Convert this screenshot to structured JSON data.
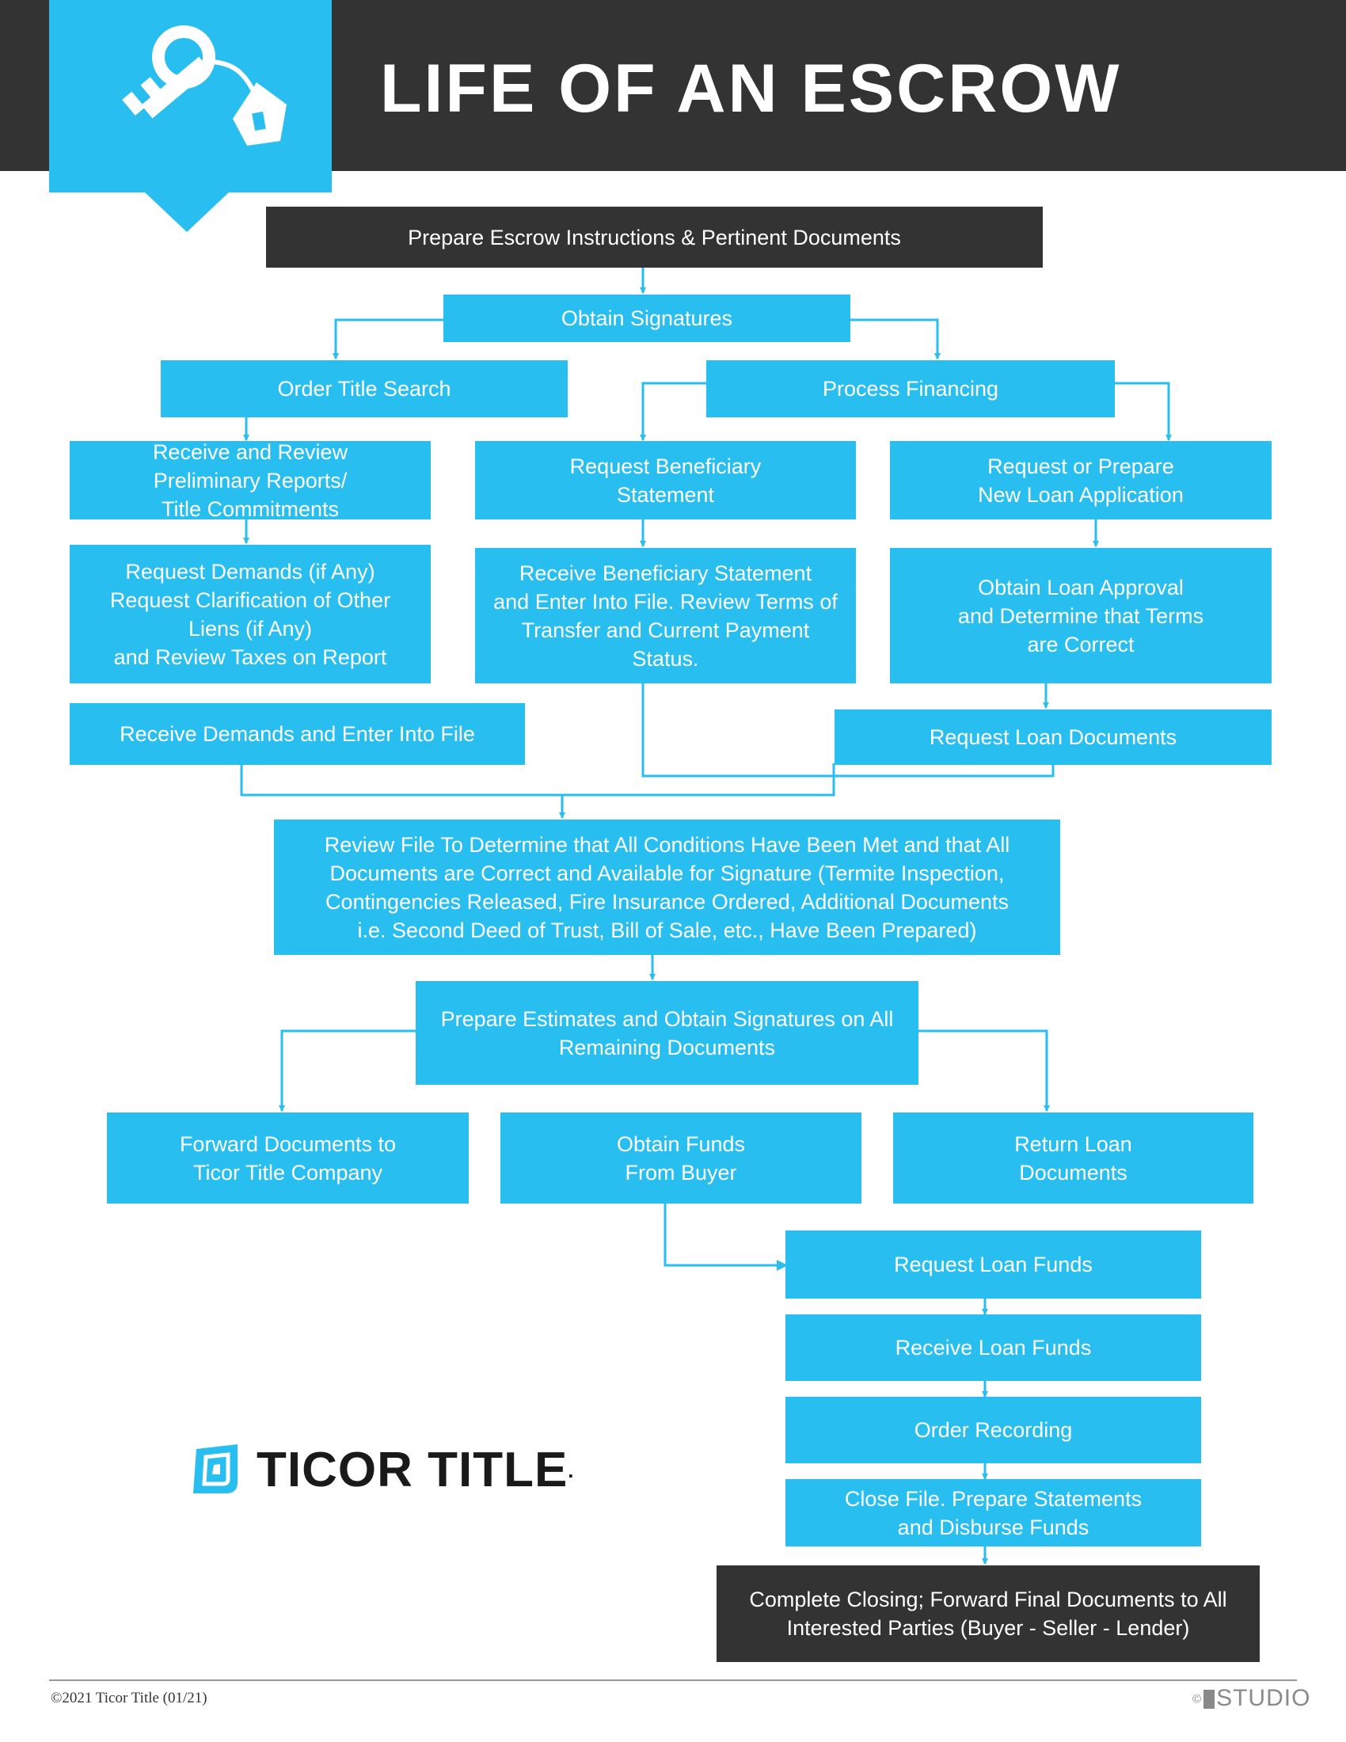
{
  "header": {
    "title": "LIFE OF AN ESCROW",
    "icon": "house-key-icon",
    "band_color": "#333333",
    "accent_color": "#29bef0"
  },
  "steps": {
    "prepare_instructions": "Prepare Escrow Instructions & Pertinent Documents",
    "obtain_signatures": "Obtain Signatures",
    "order_title_search": "Order Title Search",
    "process_financing": "Process Financing",
    "receive_review_prelim": "Receive and Review\nPreliminary Reports/\nTitle Commitments",
    "request_beneficiary": "Request Beneficiary\nStatement",
    "request_loan_application": "Request or Prepare\nNew Loan Application",
    "request_demands": "Request Demands (if Any)\nRequest Clarification of Other\nLiens (if Any)\nand Review Taxes on Report",
    "receive_beneficiary": "Receive Beneficiary Statement\nand Enter Into File. Review Terms of\nTransfer and Current Payment\nStatus.",
    "obtain_loan_approval": "Obtain Loan Approval\nand Determine that Terms\nare Correct",
    "receive_demands": "Receive Demands and Enter Into File",
    "request_loan_documents": "Request Loan Documents",
    "review_file": "Review File To Determine that All Conditions Have Been Met and that All\nDocuments are Correct and Available for Signature (Termite Inspection,\nContingencies Released, Fire Insurance Ordered, Additional Documents\ni.e. Second Deed of Trust, Bill of Sale, etc., Have Been Prepared)",
    "prepare_estimates": "Prepare Estimates and Obtain Signatures on All\nRemaining Documents",
    "forward_documents": "Forward Documents to\nTicor Title Company",
    "obtain_funds": "Obtain Funds\nFrom Buyer",
    "return_loan_documents": "Return Loan\nDocuments",
    "request_loan_funds": "Request Loan Funds",
    "receive_loan_funds": "Receive Loan Funds",
    "order_recording": "Order Recording",
    "close_file": "Close File. Prepare Statements\nand Disburse Funds",
    "complete_closing": "Complete Closing; Forward Final Documents to All\nInterested Parties (Buyer - Seller - Lender)"
  },
  "logo": {
    "text": "TICOR TITLE",
    "trademark": "."
  },
  "footer": {
    "copyright": "©2021 Ticor Title (01/21)",
    "studio": "STUDIO"
  }
}
